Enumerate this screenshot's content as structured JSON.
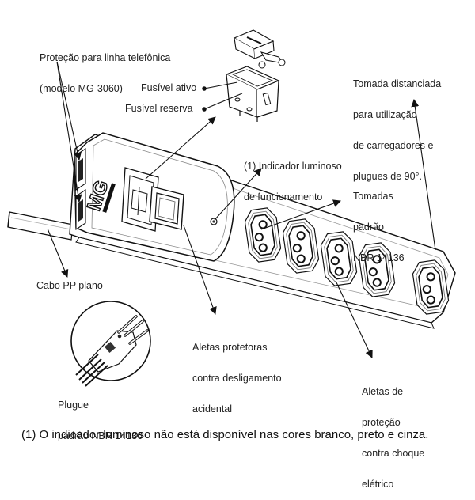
{
  "diagram": {
    "subject": "Filtro de linha / protetor (power strip) com 5 tomadas",
    "brand_logo_text": "MG",
    "labels": {
      "phone_protection": [
        "Proteção para linha telefônica",
        "(modelo MG-3060)"
      ],
      "fuse_active": "Fusível ativo",
      "fuse_spare": "Fusível reserva",
      "indicator": [
        "(1) Indicador luminoso",
        "de funcionamento"
      ],
      "spaced_outlet": [
        "Tomada distanciada",
        "para utilização",
        "de carregadores e",
        "plugues de 90°."
      ],
      "standard_outlets": [
        "Tomadas",
        "padrão",
        "NBR 14136"
      ],
      "flat_cable": "Cabo PP plano",
      "protective_flaps": [
        "Aletas protetoras",
        "contra desligamento",
        "acidental"
      ],
      "plug": [
        "Plugue",
        "padrão NBR 14136"
      ],
      "shock_flaps": [
        "Aletas de",
        "proteção",
        "contra choque",
        "elétrico"
      ]
    },
    "footnote": "(1) O indicador luminoso não está disponível nas cores branco, preto e cinza.",
    "outlet_count": 5,
    "colors": {
      "line": "#1a1a1a",
      "body_fill": "#ffffff",
      "light_line": "#9a9a9a"
    }
  }
}
